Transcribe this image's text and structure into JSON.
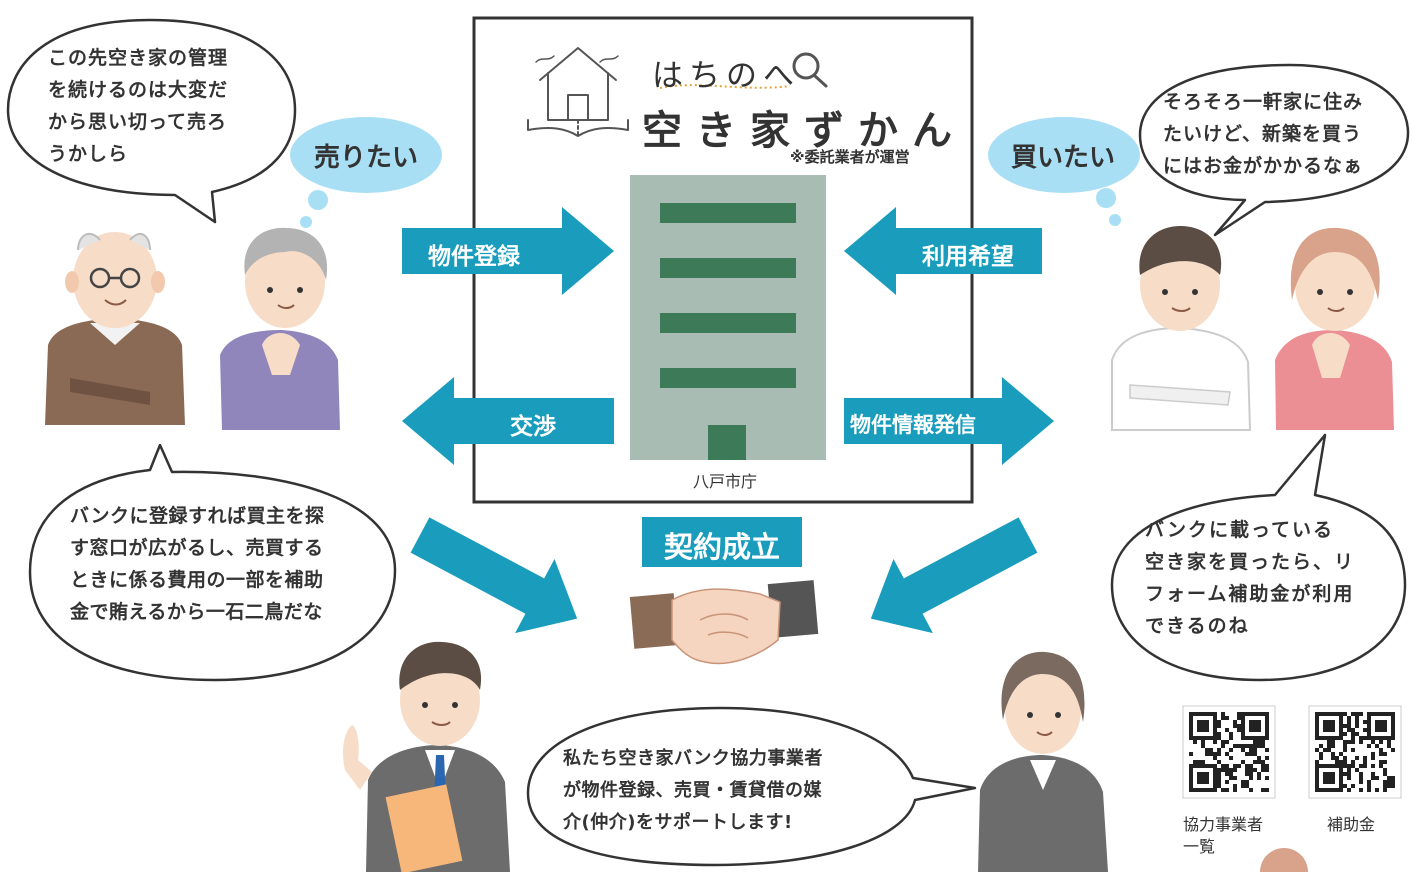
{
  "colors": {
    "teal": "#1a9dbd",
    "bubble_stroke": "#333333",
    "thought_blue": "#a9dff5",
    "building": "#a8bcb4",
    "building_window": "#3d7a58"
  },
  "logo": {
    "brand_hiragana": "はちのへ",
    "service_name": "空き家ずかん",
    "operator_note": "※委託業者が運営"
  },
  "city_hall": {
    "label": "八戸市庁"
  },
  "arrows": {
    "property_registration": "物件登録",
    "use_request": "利用希望",
    "negotiation": "交渉",
    "property_info": "物件情報発信"
  },
  "contract": {
    "label": "契約成立"
  },
  "sellers": {
    "thought": "売りたい",
    "speech": [
      "この先空き家の管理",
      "を続けるのは大変だ",
      "から思い切って売ろ",
      "うかしら"
    ],
    "benefit": [
      "バンクに登録すれば買主を探",
      "す窓口が広がるし、売買する",
      "ときに係る費用の一部を補助",
      "金で賄えるから一石二鳥だな"
    ]
  },
  "buyers": {
    "thought": "買いたい",
    "speech": [
      "そろそろ一軒家に住み",
      "たいけど、新築を買う",
      "にはお金がかかるなぁ"
    ],
    "benefit": [
      "バンクに載っている",
      "空き家を買ったら、リ",
      "フォーム補助金が利用",
      "できるのね"
    ]
  },
  "partners": {
    "speech": [
      "私たち空き家バンク協力事業者",
      "が物件登録、売買・賃貸借の媒",
      "介(仲介)をサポートします!"
    ]
  },
  "qr_codes": [
    {
      "caption_lines": [
        "協力事業者",
        "一覧"
      ],
      "icon": "qr-code"
    },
    {
      "caption_lines": [
        "補助金"
      ],
      "icon": "qr-code"
    }
  ]
}
